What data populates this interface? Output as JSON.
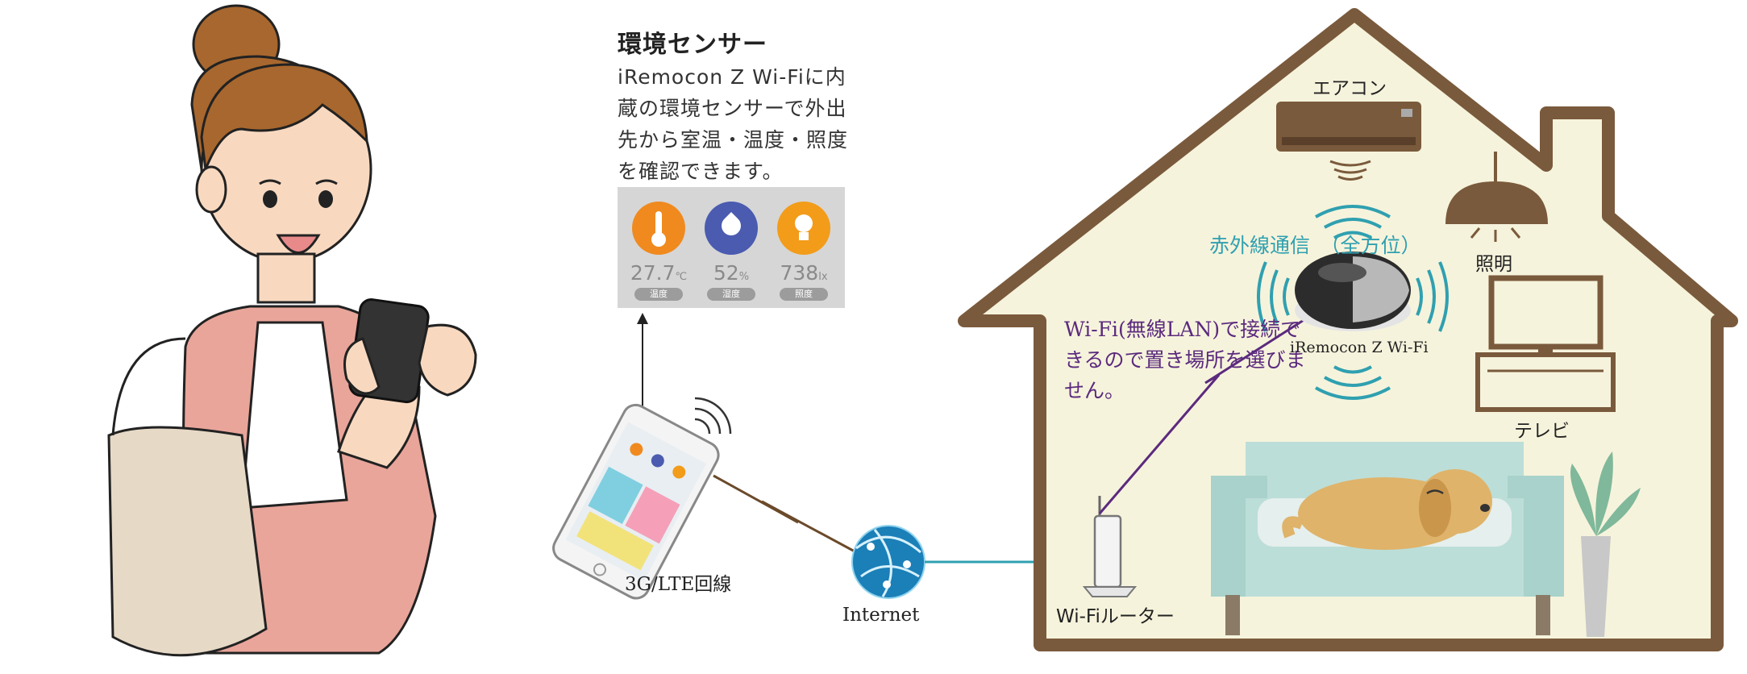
{
  "sensor": {
    "title": "環境センサー",
    "description": "iRemocon Z Wi-Fiに内蔵の環境センサーで外出先から室温・温度・照度を確認できます。",
    "readings": [
      {
        "value": "27.7",
        "unit": "℃",
        "label": "温度",
        "icon": "thermometer-icon",
        "color": "#f08a1e"
      },
      {
        "value": "52",
        "unit": "%",
        "label": "湿度",
        "icon": "water-drop-icon",
        "color": "#4a5bb0"
      },
      {
        "value": "738",
        "unit": "lx",
        "label": "照度",
        "icon": "light-bulb-icon",
        "color": "#f29c1a"
      }
    ]
  },
  "labels": {
    "air_conditioner": "エアコン",
    "light": "照明",
    "tv": "テレビ",
    "device": "iRemocon Z Wi-Fi",
    "infrared": "赤外線通信　（全方位）",
    "wifi_note": "Wi-Fi(無線LAN)で接続できるので置き場所を選びません。",
    "router": "Wi-Fiルーター",
    "internet": "Internet",
    "mobile_line": "3G/LTE回線"
  },
  "colors": {
    "house_wall": "#7a5a3c",
    "house_fill": "#f6f3dc",
    "wifi_line": "#5b2a7e",
    "lan_line": "#2fa0b0",
    "ir_waves": "#2fa0b0"
  }
}
